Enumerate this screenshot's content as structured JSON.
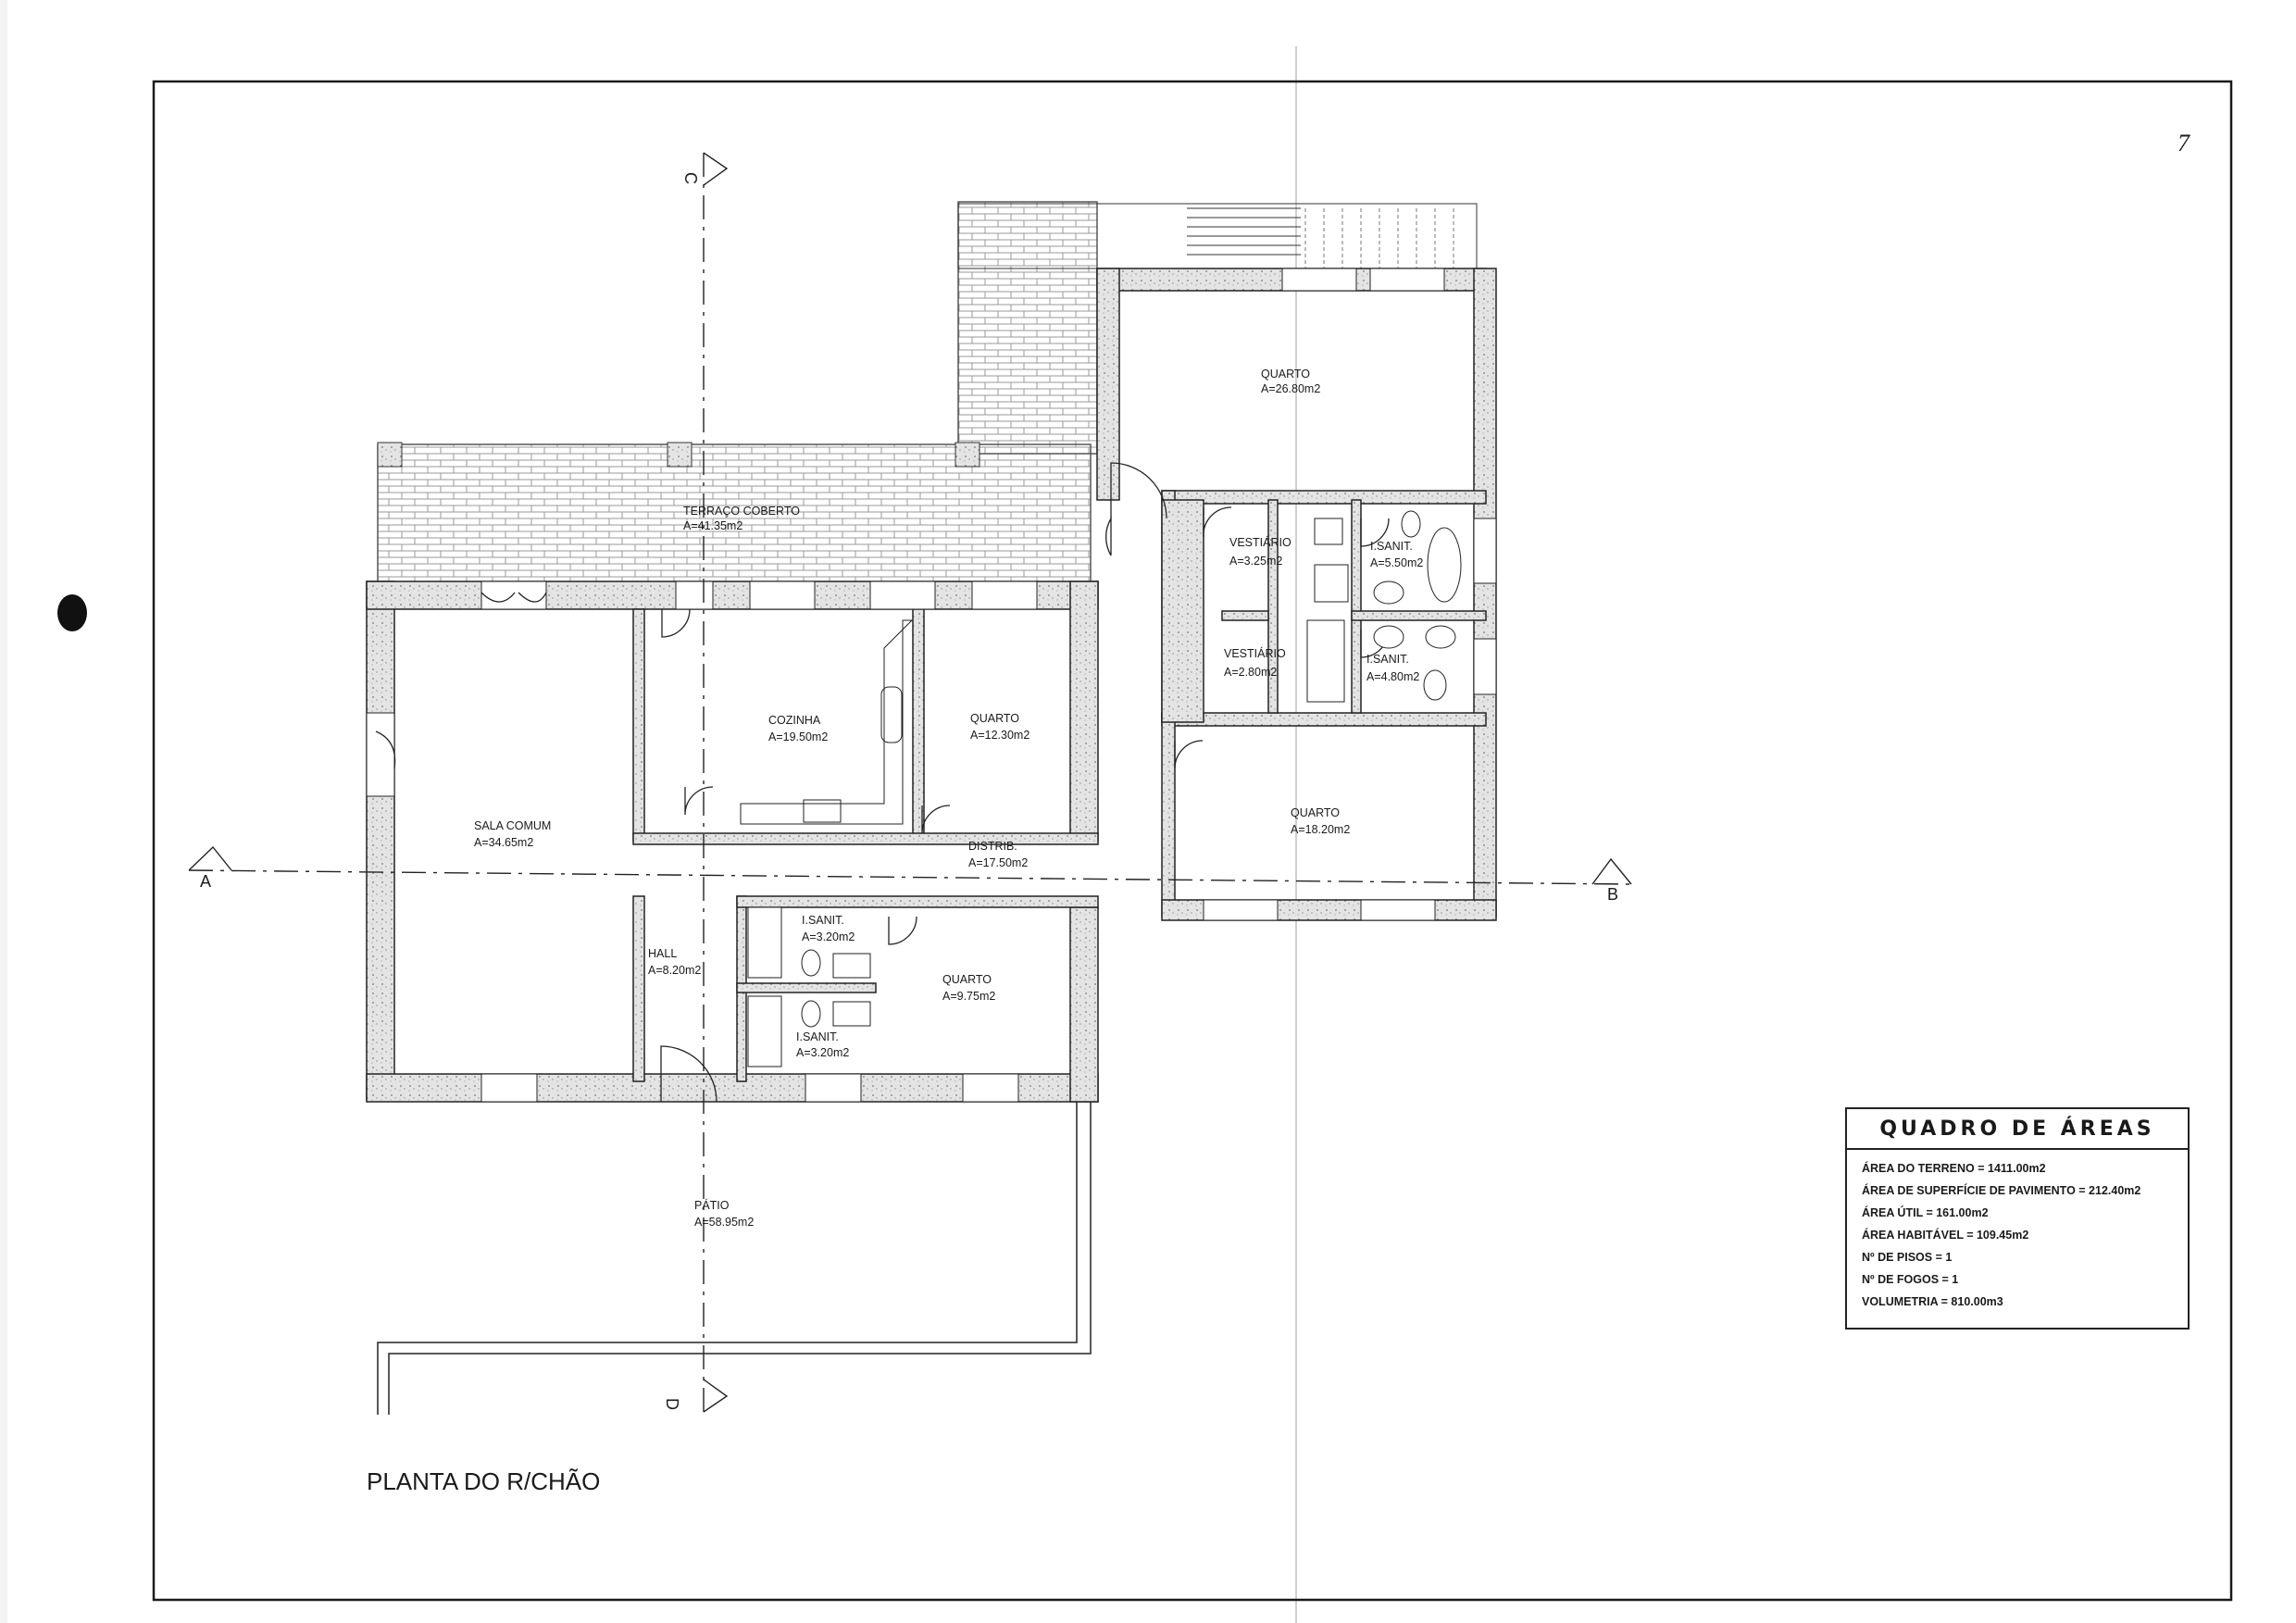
{
  "sheet": {
    "title": "PLANTA DO R/CHÃO",
    "page_number": "7"
  },
  "section_markers": {
    "a": "A",
    "b": "B",
    "c": "C",
    "d": "D"
  },
  "rooms": {
    "terraco": {
      "name": "TERRAÇO COBERTO",
      "area": "A=41.35m2"
    },
    "quarto_top": {
      "name": "QUARTO",
      "area": "A=26.80m2"
    },
    "vestiario_1": {
      "name": "VESTIÁRIO",
      "area": "A=3.25m2"
    },
    "isanit_1": {
      "name": "I.SANIT.",
      "area": "A=5.50m2"
    },
    "vestiario_2": {
      "name": "VESTIÁRIO",
      "area": "A=2.80m2"
    },
    "isanit_2": {
      "name": "I.SANIT.",
      "area": "A=4.80m2"
    },
    "cozinha": {
      "name": "COZINHA",
      "area": "A=19.50m2"
    },
    "quarto_mid": {
      "name": "QUARTO",
      "area": "A=12.30m2"
    },
    "quarto_right": {
      "name": "QUARTO",
      "area": "A=18.20m2"
    },
    "sala": {
      "name": "SALA COMUM",
      "area": "A=34.65m2"
    },
    "distrib": {
      "name": "DISTRIB.",
      "area": "A=17.50m2"
    },
    "isanit_3": {
      "name": "I.SANIT.",
      "area": "A=3.20m2"
    },
    "isanit_4": {
      "name": "I.SANIT.",
      "area": "A=3.20m2"
    },
    "hall": {
      "name": "HALL",
      "area": "A=8.20m2"
    },
    "quarto_low": {
      "name": "QUARTO",
      "area": "A=9.75m2"
    },
    "patio": {
      "name": "PÁTIO",
      "area": "A=58.95m2"
    }
  },
  "areas_table": {
    "title": "QUADRO DE ÁREAS",
    "rows": [
      "ÁREA DO TERRENO = 1411.00m2",
      "ÁREA DE SUPERFÍCIE DE PAVIMENTO = 212.40m2",
      "ÁREA ÚTIL = 161.00m2",
      "ÁREA HABITÁVEL = 109.45m2",
      "Nº DE PISOS = 1",
      "Nº DE FOGOS = 1",
      "VOLUMETRIA = 810.00m3"
    ]
  },
  "colors": {
    "ink": "#1a1a1a",
    "hatch": "#9a9a9a",
    "wall_fill": "#e4e4e4"
  }
}
